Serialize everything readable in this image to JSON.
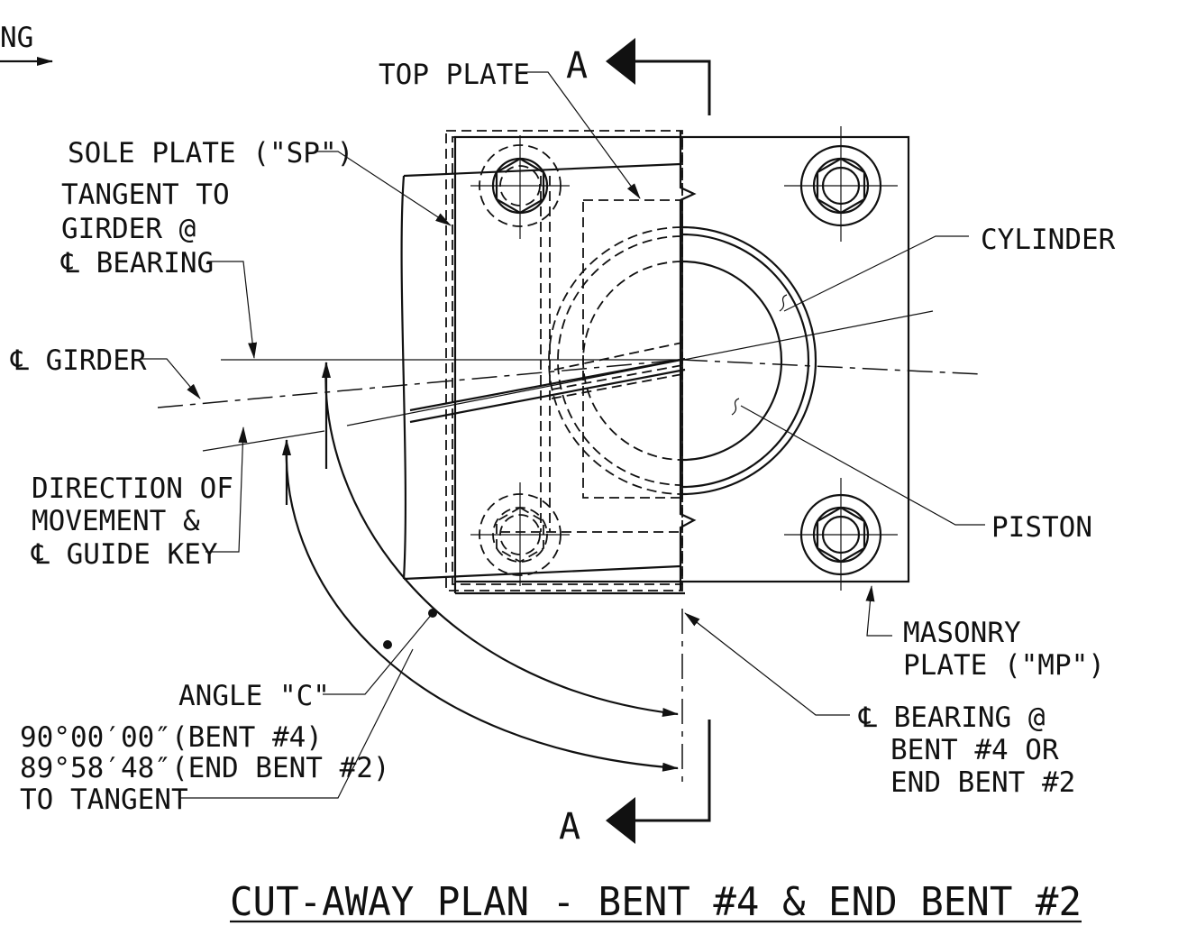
{
  "labels": {
    "partial_left": "NG",
    "top_plate": "TOP PLATE",
    "section_mark": "A",
    "sole_plate": "SOLE PLATE (\"SP\")",
    "tangent_line1": "TANGENT TO",
    "tangent_line2": "GIRDER @",
    "tangent_line3": "℄ BEARING",
    "cl_girder": "℄ GIRDER",
    "cylinder": "CYLINDER",
    "piston": "PISTON",
    "direction_line1": "DIRECTION OF",
    "direction_line2": "MOVEMENT &",
    "direction_line3": "℄ GUIDE KEY",
    "masonry_line1": "MASONRY",
    "masonry_line2": "PLATE (\"MP\")",
    "angle_c": "ANGLE \"C\"",
    "angle_value1": "90°00′00″(BENT #4)",
    "angle_value2": "89°58′48″(END BENT #2)",
    "angle_value3": "TO TANGENT",
    "cl_bearing_line1": "℄ BEARING @",
    "cl_bearing_line2": "BENT #4 OR",
    "cl_bearing_line3": "END BENT #2"
  },
  "title": "CUT-AWAY PLAN - BENT #4 & END BENT #2",
  "colors": {
    "ink": "#111111",
    "paper": "#ffffff"
  }
}
